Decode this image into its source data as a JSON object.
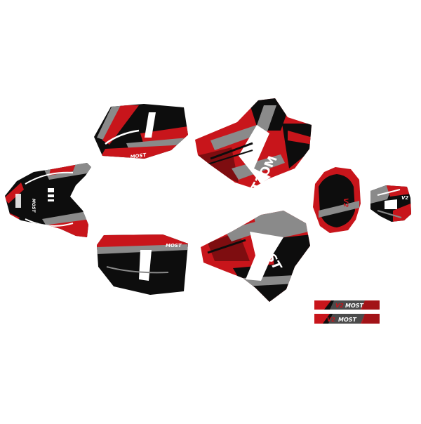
{
  "colors": {
    "black": "#0d0d0d",
    "red": "#c8151b",
    "dark_red": "#7e0d10",
    "grey": "#8a8a8a",
    "white": "#ffffff"
  },
  "decal_kit": {
    "brand_small": "MOST",
    "brand_mark": "V2",
    "front_fender_brand": "MOST",
    "strip_top": {
      "mark": "V2",
      "text": "MOST"
    },
    "strip_bottom": {
      "mark": "V2",
      "text": "MOST"
    }
  }
}
